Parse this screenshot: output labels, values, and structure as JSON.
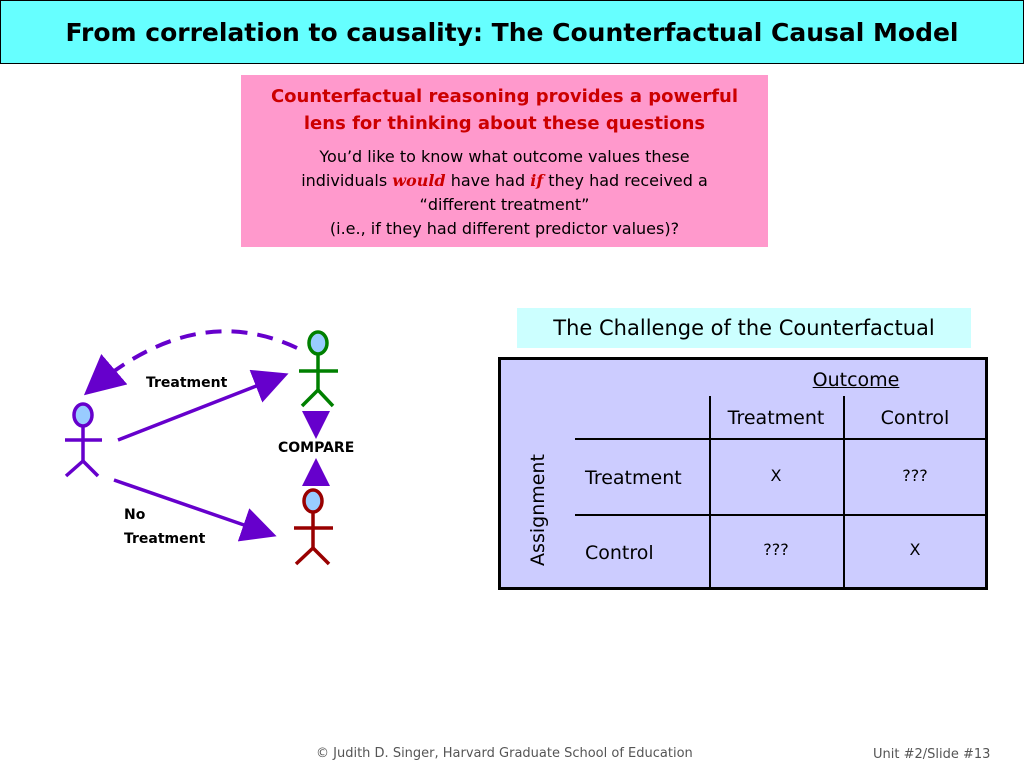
{
  "title": "From correlation to causality: The Counterfactual Causal Model",
  "callout": {
    "heading_line1": "Counterfactual reasoning provides a powerful",
    "heading_line2": "lens for thinking about these questions",
    "body_line1": "You’d like to know what outcome values these",
    "body_line2_a": "individuals ",
    "body_would": "would",
    "body_line2_b": " have had ",
    "body_if": "if",
    "body_line2_c": " they had received a",
    "body_line3": "“different treatment”",
    "body_line4": "(i.e., if they had different predictor values)?"
  },
  "diagram": {
    "treatment_label": "Treatment",
    "compare_label": "COMPARE",
    "no_label": "No",
    "no_treatment_label": "Treatment",
    "colors": {
      "arrow": "#6600cc",
      "person_left": "#6600cc",
      "person_treated": "#008000",
      "person_untreated": "#990000",
      "head_fill": "#99ccff"
    }
  },
  "challenge": {
    "title": "The Challenge of the Counterfactual",
    "outcome_header": "Outcome",
    "assignment_header": "Assignment",
    "col_headers": [
      "Treatment",
      "Control"
    ],
    "rows": [
      {
        "label": "Treatment",
        "cells": [
          "X",
          "???"
        ]
      },
      {
        "label": "Control",
        "cells": [
          "???",
          "X"
        ]
      }
    ]
  },
  "footer": {
    "copyright": "© Judith D. Singer, Harvard Graduate School of Education",
    "slide_number": "Unit #2/Slide #13"
  }
}
